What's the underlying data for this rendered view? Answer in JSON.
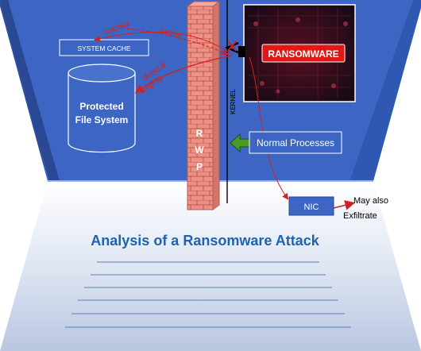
{
  "labels": {
    "system_cache": "SYSTEM CACHE",
    "protected_fs_line1": "Protected",
    "protected_fs_line2": "File System",
    "cached": "cached",
    "paging_top": "paging",
    "direct": "direct &",
    "paging_side": "paging",
    "kernel": "KERNEL",
    "ransomware": "RANSOMWARE",
    "normal_processes": "Normal Processes",
    "nic": "NIC",
    "exfil_line1": "May also",
    "exfil_line2": "Exfiltrate",
    "rwp_r": "R",
    "rwp_w": "W",
    "rwp_p": "P"
  },
  "page": {
    "title": "Analysis of a Ransomware Attack"
  },
  "colors": {
    "room_blue": "#3d66c4",
    "arrow_red": "#d22020",
    "brick": "#e8847a",
    "title_blue": "#1f62b0",
    "ransom_red": "#e01818",
    "green_arrow": "#4a9a2a"
  }
}
